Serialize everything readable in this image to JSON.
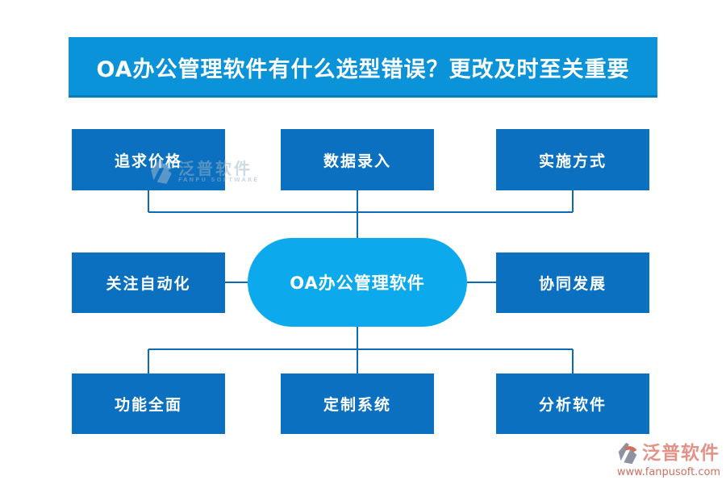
{
  "title": {
    "text": "OA办公管理软件有什么选型错误？更改及时至关重要"
  },
  "center_node": {
    "label": "OA办公管理软件"
  },
  "nodes": {
    "top": [
      {
        "label": "追求价格"
      },
      {
        "label": "数据录入"
      },
      {
        "label": "实施方式"
      }
    ],
    "middle": [
      {
        "label": "关注自动化"
      },
      {
        "label": "协同发展"
      }
    ],
    "bottom": [
      {
        "label": "功能全面"
      },
      {
        "label": "定制系统"
      },
      {
        "label": "分析软件"
      }
    ]
  },
  "watermark": {
    "brand": "泛普软件",
    "brand_en": "FANPU SOFTWARE"
  },
  "footer_logo": {
    "brand": "泛普软件",
    "url": "www.fanpusoft.com"
  },
  "colors": {
    "title_bg": "#0a93d8",
    "node_bg": "#0b70bf",
    "center_bg": "#0caaec",
    "connector": "#0d6ab5",
    "watermark_text": "#9db4c8",
    "logo_brand_text": "#e29286",
    "logo_url_text": "#cf6f60",
    "logo_crescent": "#d0705c",
    "logo_gray": "#8d93a0"
  }
}
